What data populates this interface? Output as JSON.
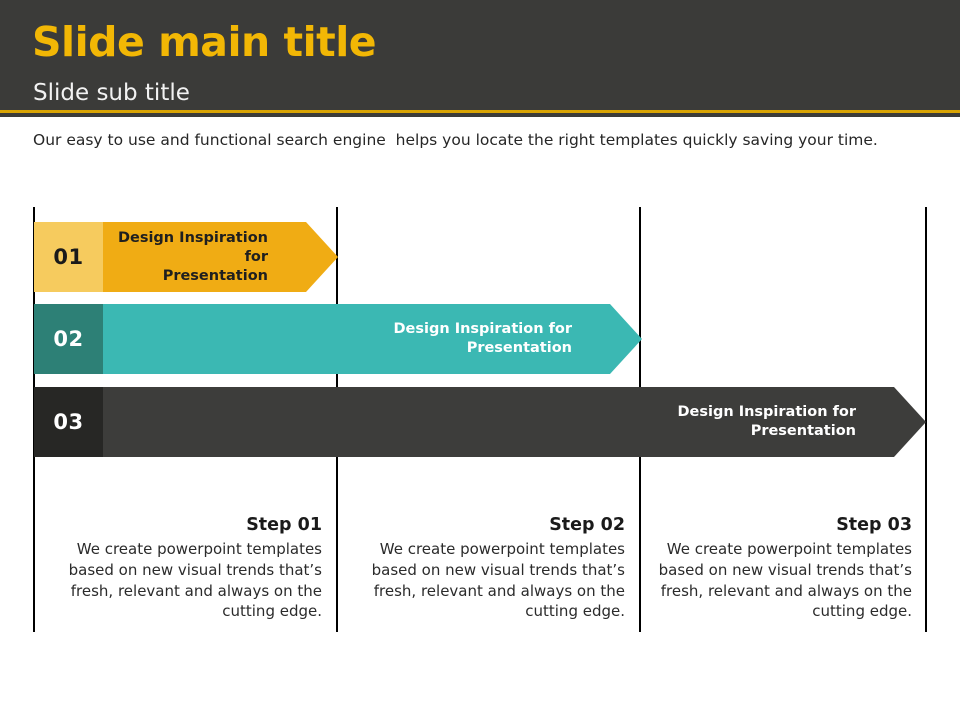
{
  "header": {
    "title": "Slide main title",
    "subtitle": "Slide sub title",
    "accent_color": "#f2b705",
    "rule_color": "#d9a404",
    "background_color": "#3b3b39"
  },
  "intro": {
    "text": "Our easy to use and functional search engine  helps you locate the right templates quickly saving your time."
  },
  "chart_data": {
    "type": "bar",
    "title": "",
    "xlabel": "",
    "ylabel": "",
    "categories": [
      "01",
      "02",
      "03"
    ],
    "values": [
      1,
      2,
      3
    ],
    "grid": true,
    "legend": "none",
    "axis_ticks": [
      1,
      2,
      3,
      4
    ],
    "series": [
      {
        "name": "01",
        "number": "01",
        "label": "Design Inspiration for\nPresentation",
        "value": 1,
        "fill_color": "#f0ac14",
        "number_color": "#f6cb5e",
        "text_color": "#1f1f1f"
      },
      {
        "name": "02",
        "number": "02",
        "label": "Design Inspiration for\nPresentation",
        "value": 2,
        "fill_color": "#3bb8b3",
        "number_color": "#2d8076",
        "text_color": "#ffffff"
      },
      {
        "name": "03",
        "number": "03",
        "label": "Design Inspiration for\nPresentation",
        "value": 3,
        "fill_color": "#3d3d3b",
        "number_color": "#272725",
        "text_color": "#ffffff"
      }
    ]
  },
  "steps": [
    {
      "title": "Step 01",
      "description": "We create powerpoint templates based on new visual trends that’s fresh, relevant and always on the cutting edge."
    },
    {
      "title": "Step 02",
      "description": "We create powerpoint templates based on new visual trends that’s fresh, relevant and always on the cutting edge."
    },
    {
      "title": "Step 03",
      "description": "We create powerpoint templates based on new visual trends that’s fresh, relevant and always on the cutting edge."
    }
  ]
}
